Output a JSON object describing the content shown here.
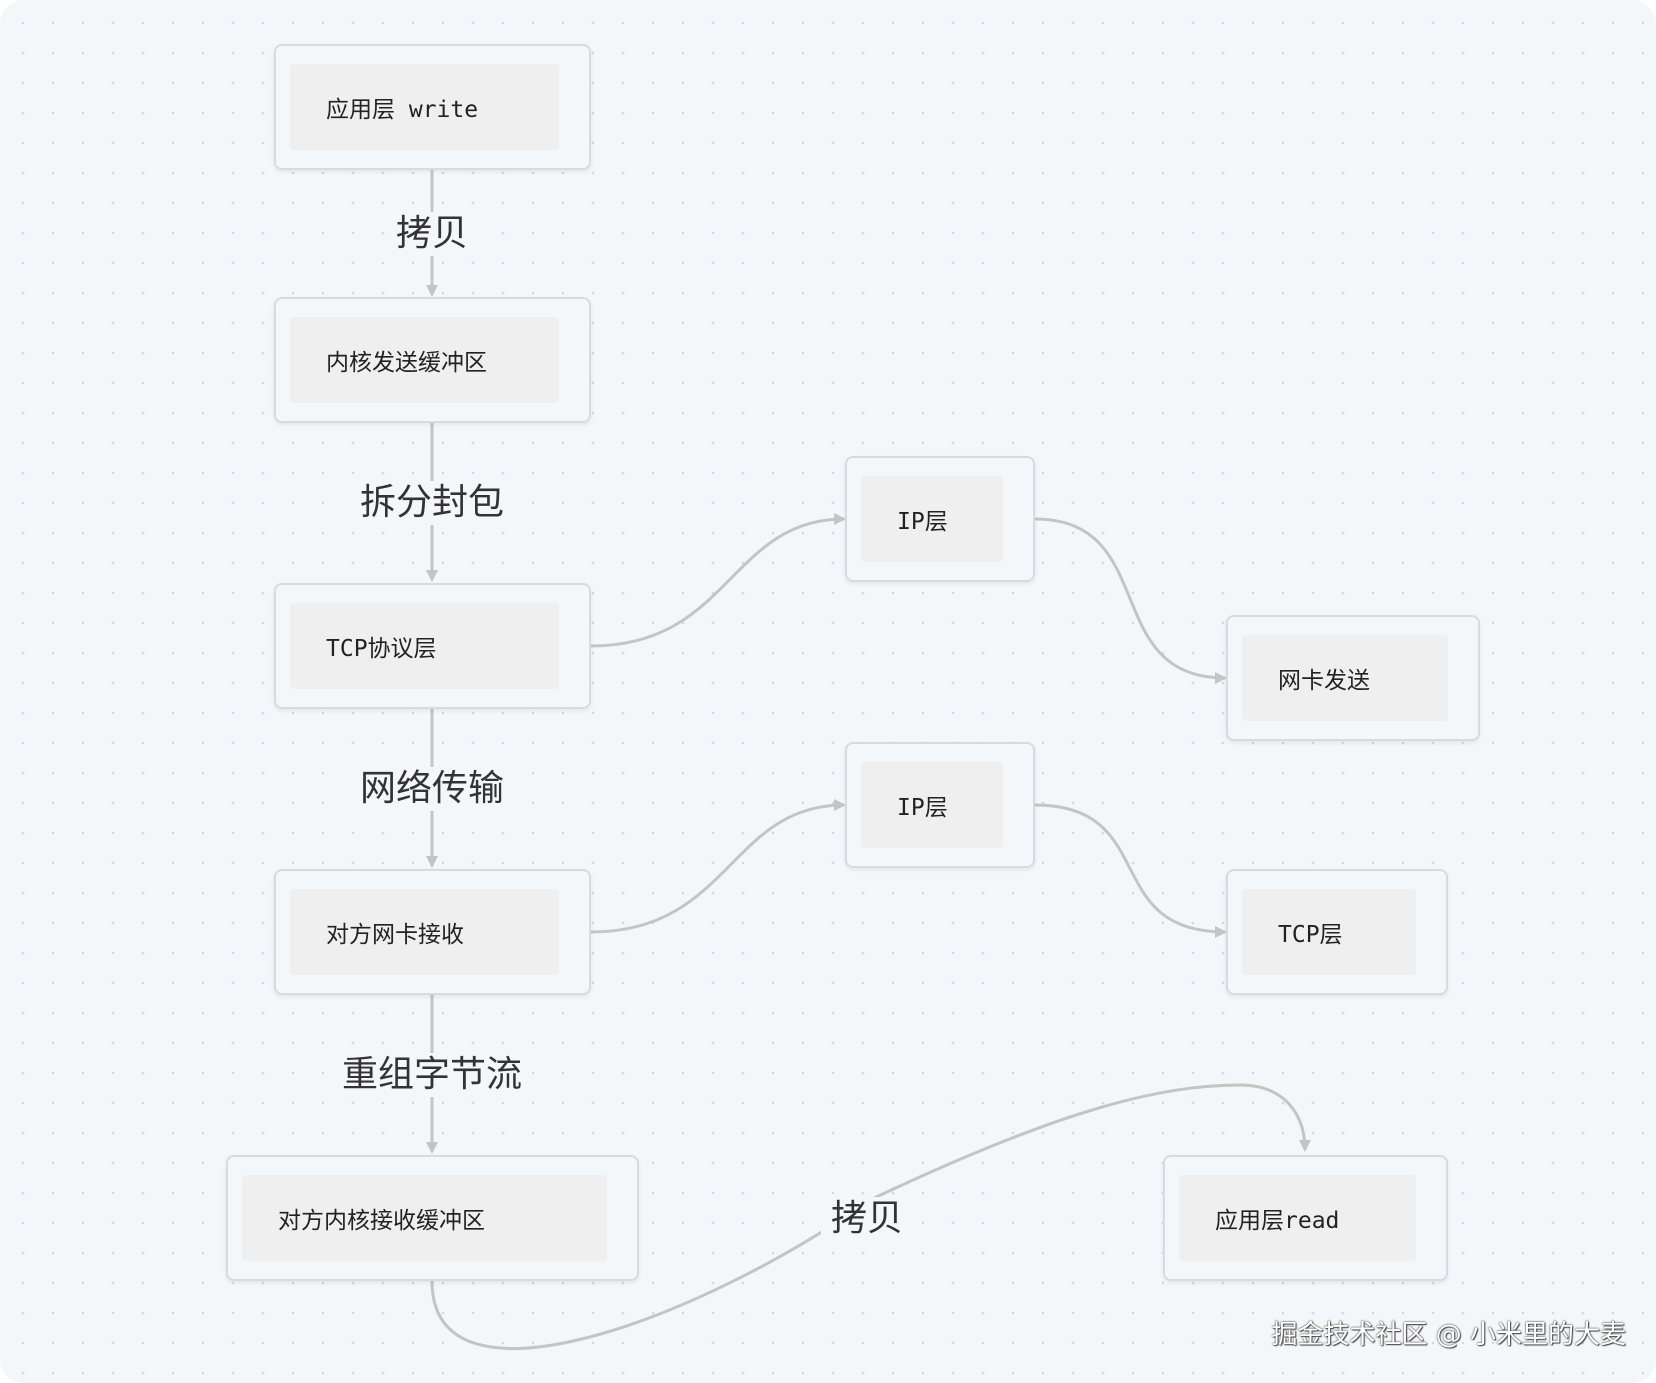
{
  "nodes": {
    "app_write": "应用层 write",
    "kernel_send_buffer": "内核发送缓冲区",
    "tcp_protocol": "TCP协议层",
    "ip_send": "IP层",
    "nic_send": "网卡发送",
    "peer_nic_receive": "对方网卡接收",
    "ip_receive": "IP层",
    "tcp_receive": "TCP层",
    "peer_kernel_receive_buffer": "对方内核接收缓冲区",
    "app_read": "应用层read"
  },
  "edges": {
    "copy_1": "拷贝",
    "split_packet": "拆分封包",
    "network_transfer": "网络传输",
    "reassemble_stream": "重组字节流",
    "copy_2": "拷贝"
  },
  "colors": {
    "background": "#f4f7fa",
    "edge": "#c4c4c4",
    "node_border": "#d7dbe0",
    "node_fill": "#efefef"
  },
  "watermark": "掘金技术社区 @ 小米里的大麦"
}
